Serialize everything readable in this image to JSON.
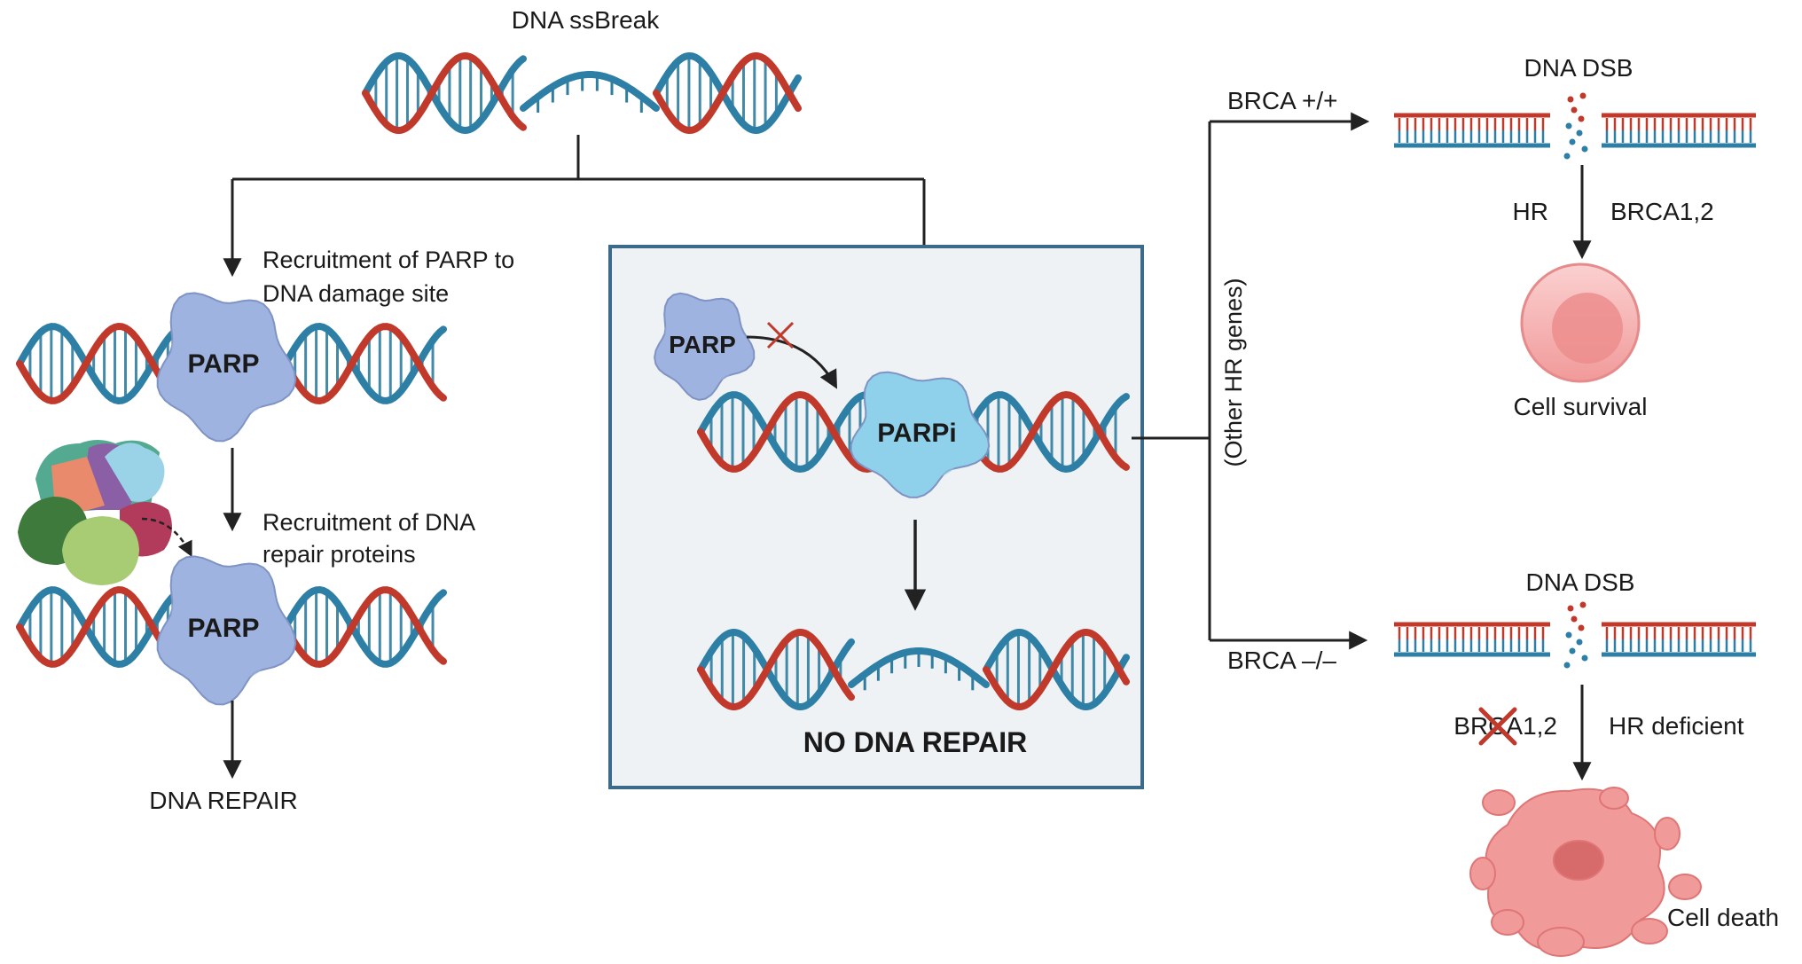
{
  "labels": {
    "ss_break": "DNA ssBreak",
    "recruit_parp": [
      "Recruitment of PARP to",
      "DNA damage site"
    ],
    "recruit_repair": [
      "Recruitment of DNA",
      "repair proteins"
    ],
    "dna_repair": "DNA REPAIR",
    "parp": "PARP",
    "parpi": "PARPi",
    "no_dna_repair": "NO DNA REPAIR",
    "other_hr": "(Other HR genes)",
    "brca_pos": "BRCA +/+",
    "brca_neg": "BRCA –/–",
    "dsb": "DNA DSB",
    "hr": "HR",
    "brca12": "BRCA1,2",
    "brca12_crossed": "BRCA1,2",
    "hr_deficient": "HR deficient",
    "cell_survival": "Cell survival",
    "cell_death": "Cell death"
  },
  "colors": {
    "strand_red": "#c0392b",
    "strand_blue": "#2e7fa6",
    "rung": "#2f7ea0",
    "parp_fill": "#9fb3e0",
    "parpi_fill": "#8fd0ea",
    "box_border": "#3b6a8a",
    "box_fill": "#eef2f5",
    "cell_survival": "#f4a6a6",
    "cell_death": "#f08d8d",
    "cross": "#c0392b",
    "arrow": "#222222"
  }
}
